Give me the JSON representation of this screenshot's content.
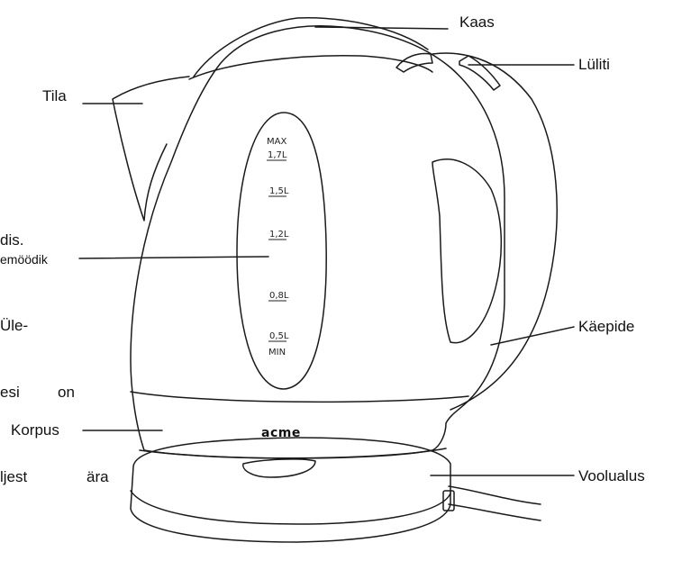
{
  "labels": {
    "lid": "Kaas",
    "switch": "Lüliti",
    "spout": "Tila",
    "handle": "Käepide",
    "body": "Korpus",
    "base": "Voolualus",
    "water_gauge_top": "dis.",
    "water_gauge_bottom": "emöödik"
  },
  "cut_text": {
    "line1": "Üle-",
    "line2a": "esi",
    "line2b": "on",
    "line3a": "ljest",
    "line3b": "ära"
  },
  "gauge": {
    "max": "MAX",
    "l17": "1,7L",
    "l15": "1,5L",
    "l12": "1,2L",
    "l08": "0,8L",
    "l05": "0,5L",
    "min": "MIN"
  },
  "brand": "acme"
}
